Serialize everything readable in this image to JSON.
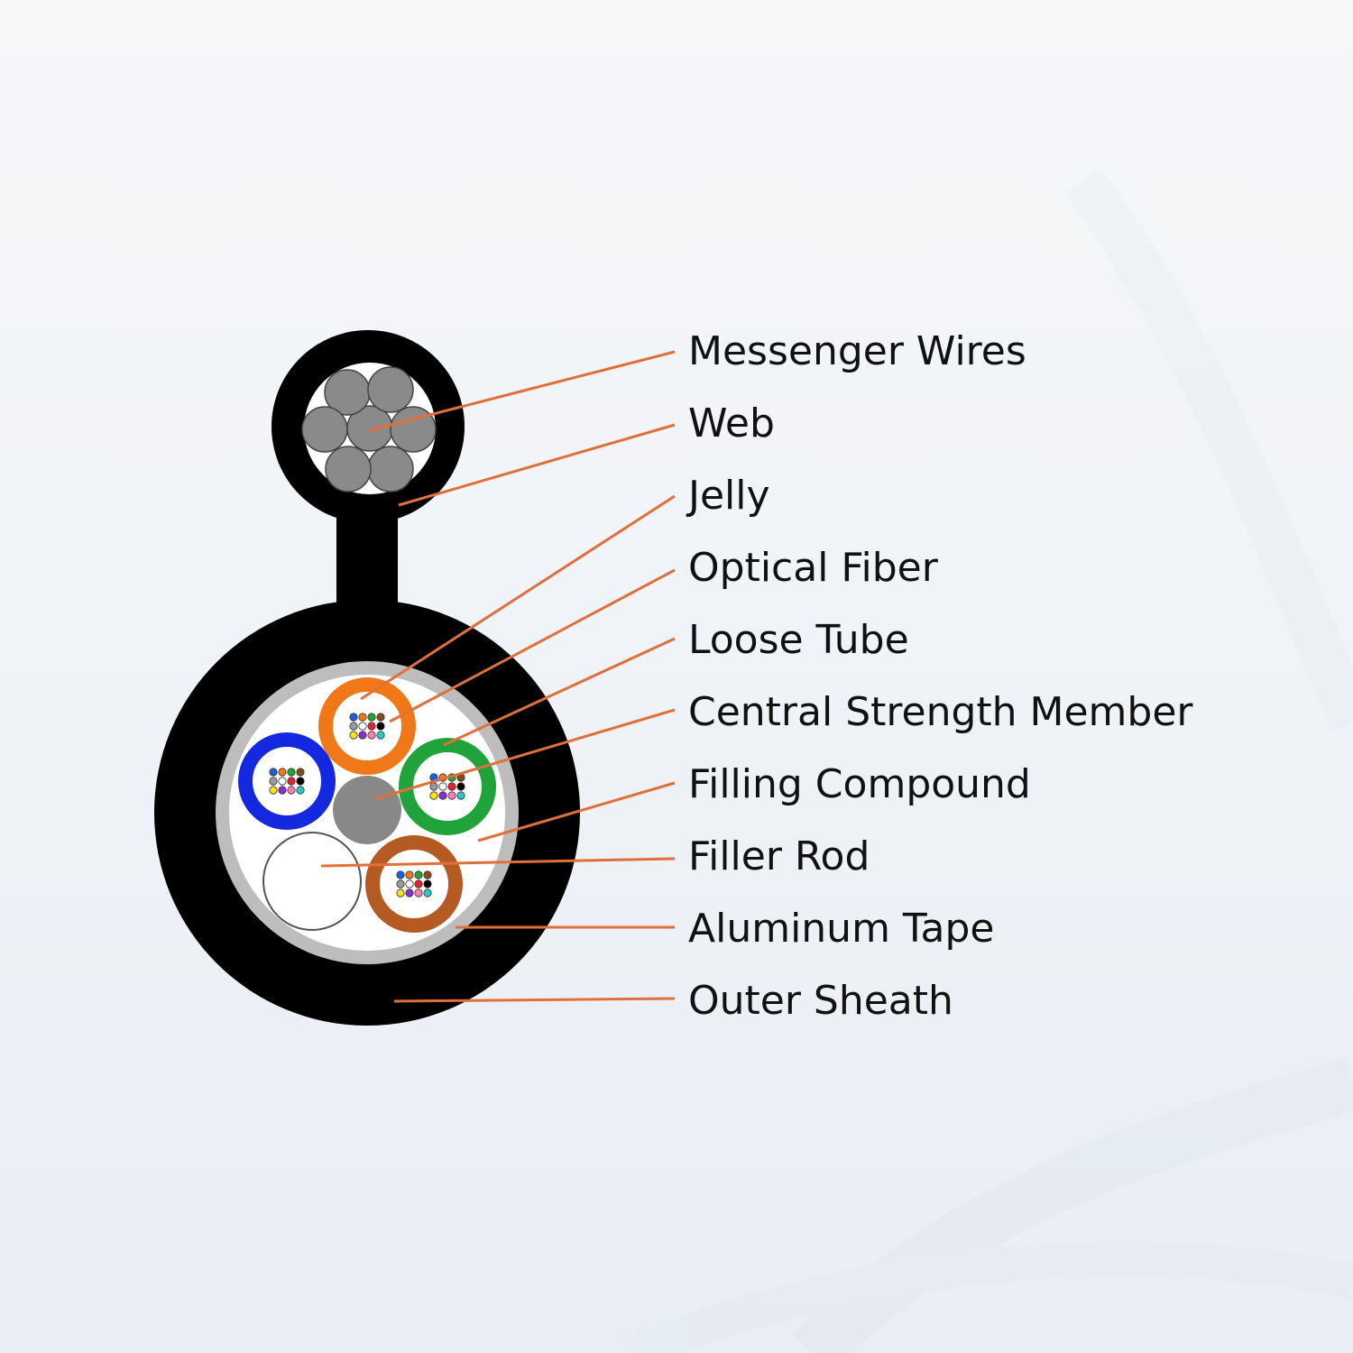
{
  "colors": {
    "leader": "#E0703A",
    "sheath": "#000000",
    "messenger_wire": "#8a8a8a",
    "aluminum_tape": "#bdbdbd",
    "filling": "#ffffff",
    "tube_orange": "#f07818",
    "tube_green": "#1fa33a",
    "tube_blue": "#1428e0",
    "tube_brown": "#b55a22",
    "strength_member": "#888888",
    "fiber_colors": [
      "#1f5fd8",
      "#f07818",
      "#1fa33a",
      "#8b4a1c",
      "#9a9a9a",
      "#ffffff",
      "#e8202a",
      "#000000",
      "#f5e21a",
      "#8e2bd1",
      "#ff7fb0",
      "#2ec7c9"
    ]
  },
  "labels": [
    {
      "id": "messenger-wires",
      "text": "Messenger Wires"
    },
    {
      "id": "web",
      "text": "Web"
    },
    {
      "id": "jelly",
      "text": "Jelly"
    },
    {
      "id": "optical-fiber",
      "text": "Optical Fiber"
    },
    {
      "id": "loose-tube",
      "text": "Loose Tube"
    },
    {
      "id": "central-strength-member",
      "text": "Central Strength Member"
    },
    {
      "id": "filling-compound",
      "text": "Filling Compound"
    },
    {
      "id": "filler-rod",
      "text": "Filler Rod"
    },
    {
      "id": "aluminum-tape",
      "text": "Aluminum Tape"
    },
    {
      "id": "outer-sheath",
      "text": "Outer Sheath"
    }
  ]
}
